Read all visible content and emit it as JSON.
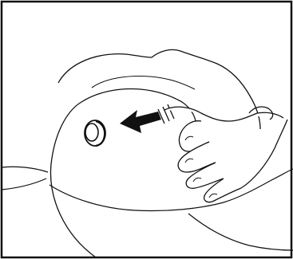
{
  "figure": {
    "kind": "instruction-illustration",
    "depicts": [
      "ear",
      "earplug",
      "insertion-arrow",
      "hand"
    ],
    "colors": {
      "stroke": "#111111",
      "background": "#ffffff",
      "arrow_fill": "#111111"
    }
  }
}
